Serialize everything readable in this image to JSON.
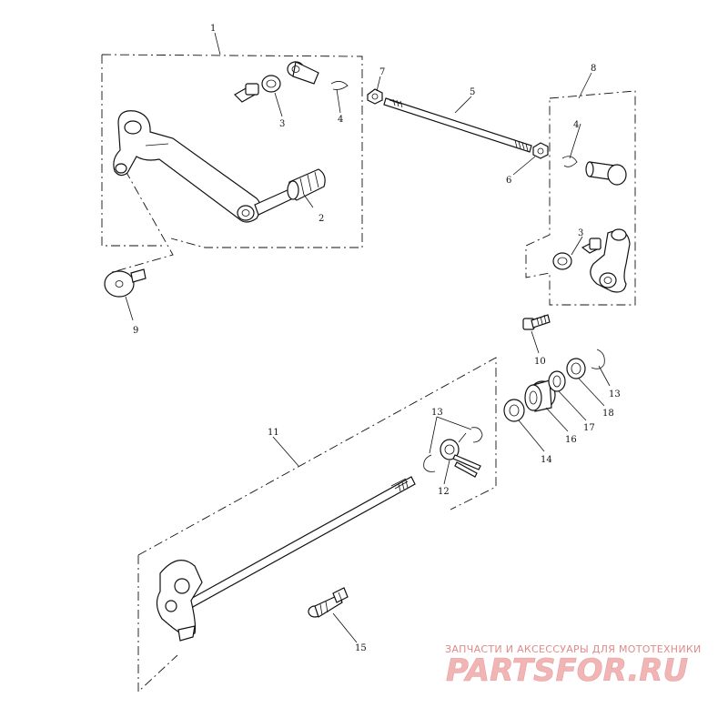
{
  "callouts": {
    "c1": "1",
    "c2": "2",
    "c3a": "3",
    "c3b": "3",
    "c4a": "4",
    "c4b": "4",
    "c5": "5",
    "c6": "6",
    "c7": "7",
    "c8": "8",
    "c9": "9",
    "c10": "10",
    "c11": "11",
    "c12": "12",
    "c13a": "13",
    "c13b": "13",
    "c14": "14",
    "c15": "15",
    "c16": "16",
    "c17": "17",
    "c18": "18"
  },
  "watermark": {
    "tagline": "ЗАПЧАСТИ И АКСЕССУАРЫ ДЛЯ МОТОТЕХНИКИ",
    "brand": "PARTSFOR.RU",
    "color": "#e08a8a"
  }
}
